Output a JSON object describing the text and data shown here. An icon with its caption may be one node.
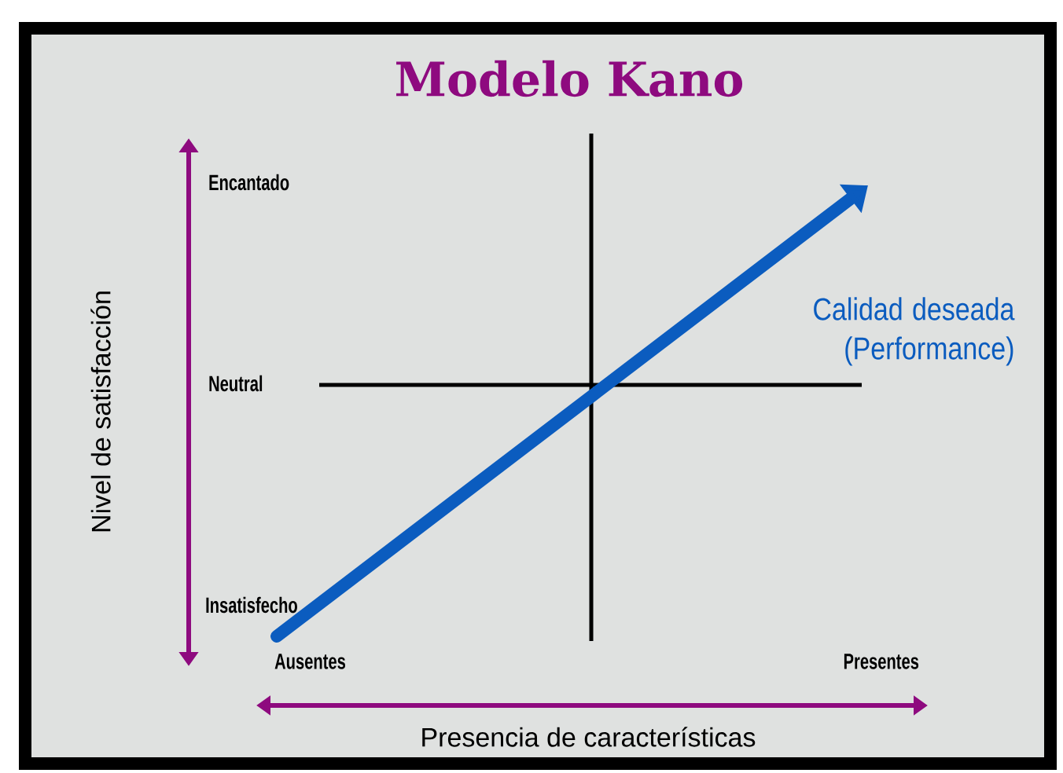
{
  "diagram": {
    "title": "Modelo Kano",
    "labels": [
      "Encantado",
      "Nivel de satisfacción",
      "Calidad deseada (Performance)",
      "Neutral",
      "Insatisfecho",
      "Ausentes",
      "Presentes",
      "Presencia de características"
    ]
  }
}
